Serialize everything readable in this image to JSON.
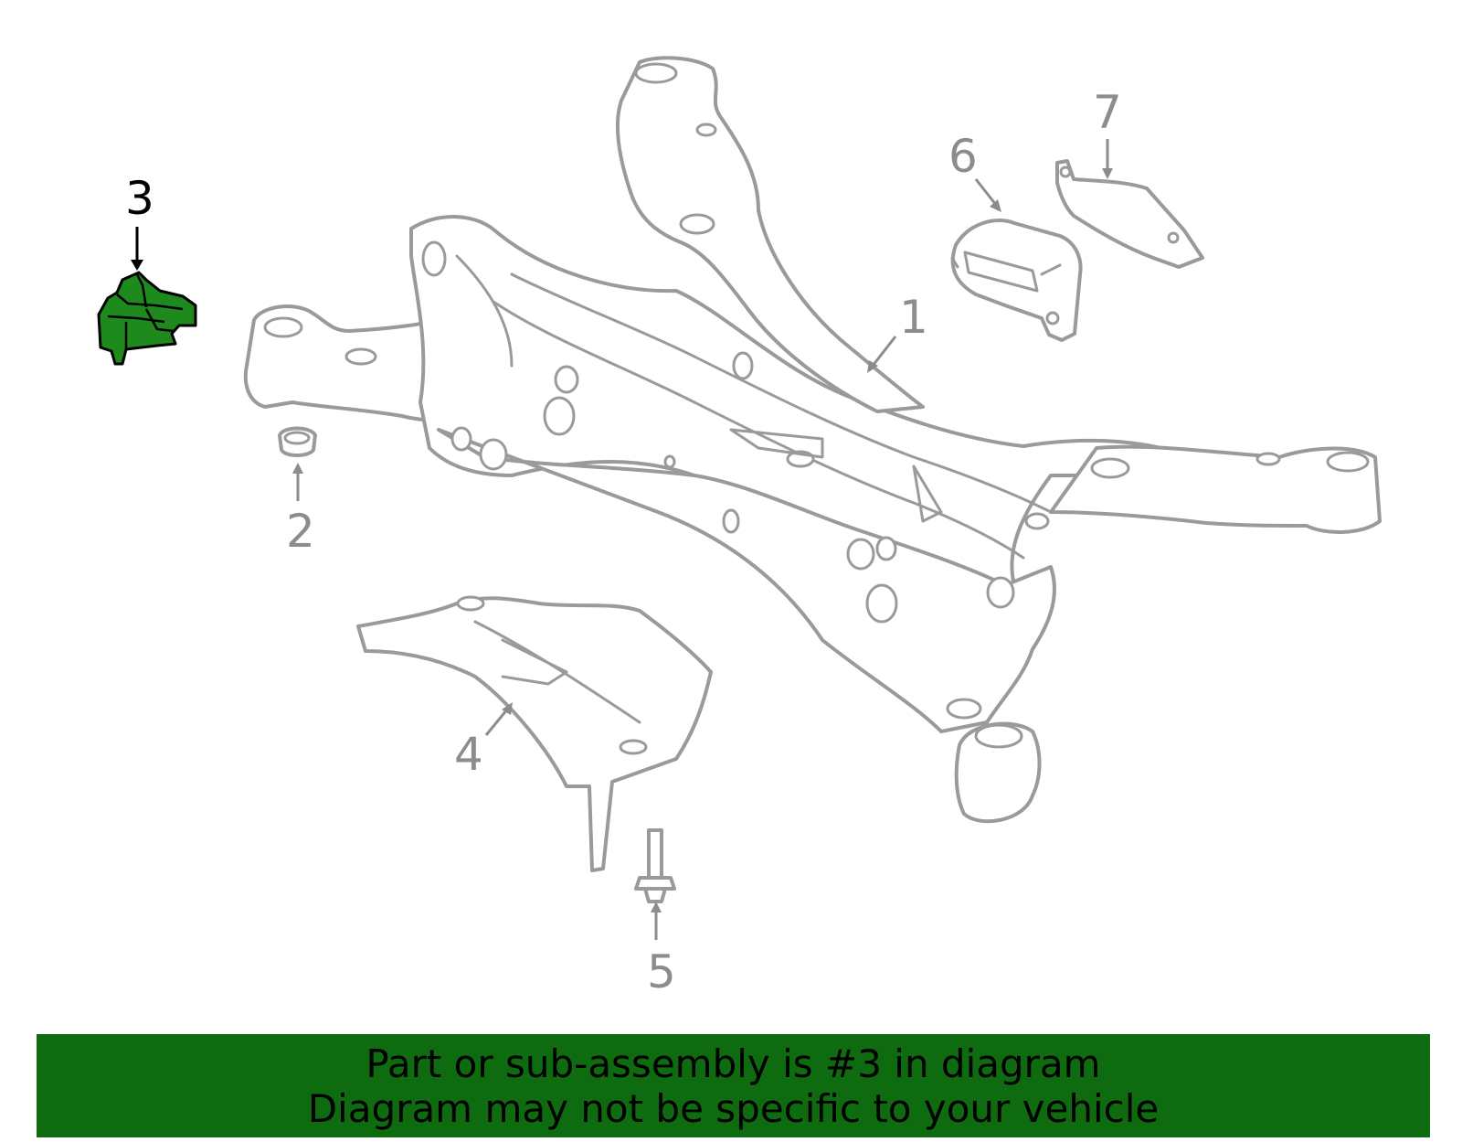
{
  "callouts": {
    "c1": "1",
    "c2": "2",
    "c3": "3",
    "c4": "4",
    "c5": "5",
    "c6": "6",
    "c7": "7"
  },
  "highlighted_part": "3",
  "colors": {
    "highlight_fill": "#1e8a1e",
    "banner": "#0f6b0f",
    "line_art": "#9a9a9a"
  },
  "banner": {
    "line1": "Part or sub-assembly is #3 in diagram",
    "line2": "Diagram may not be specific to your vehicle"
  }
}
